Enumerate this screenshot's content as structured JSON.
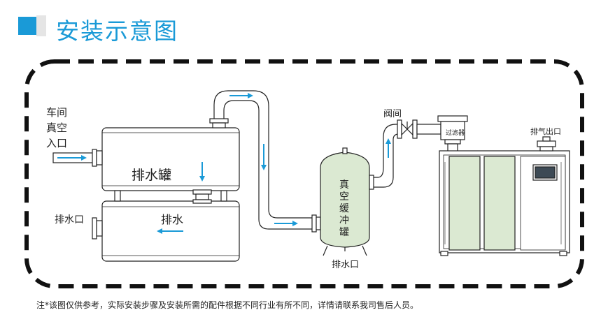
{
  "title": "安装示意图",
  "labels": {
    "workshop_line1": "车间",
    "workshop_line2": "真空",
    "workshop_line3": "入口",
    "drain_tank": "排水罐",
    "drain": "排水",
    "drain_outlet_left": "排水口",
    "valve": "阀间",
    "filter": "过滤器",
    "exhaust_outlet": "排气出口",
    "buffer_tank_1": "真",
    "buffer_tank_2": "空",
    "buffer_tank_3": "缓",
    "buffer_tank_4": "冲",
    "buffer_tank_5": "罐",
    "drain_outlet_buffer": "排水口"
  },
  "note": "注*该图仅供参考，实际安装步骤及安装所需的配件根据不同行业有所不同，详情请联系我司售后人员。",
  "colors": {
    "accent": "#1a9ad7",
    "buffer_tank_fill": "#dbe9d2",
    "machine_panel_fill": "#dbe9d2",
    "screen_fill": "#3d4a55",
    "outline": "#222222",
    "border_dash": "#111111"
  }
}
